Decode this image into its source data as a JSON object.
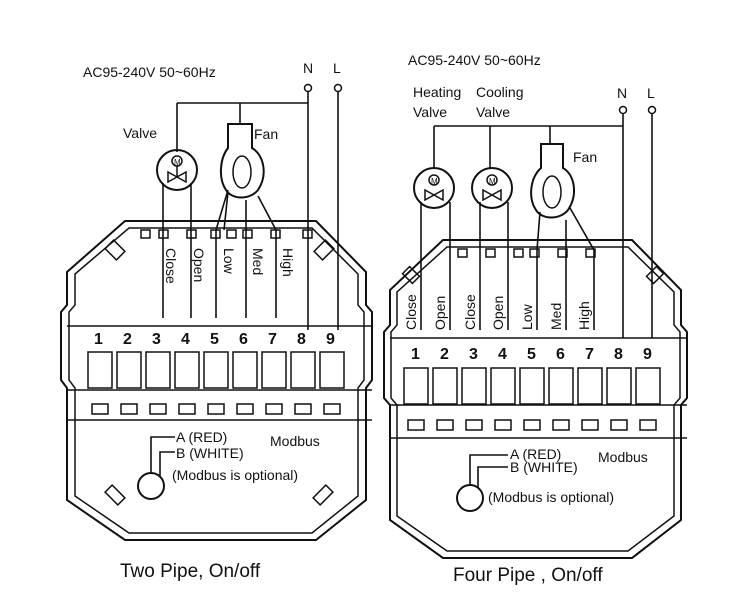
{
  "diagrams": [
    {
      "supply": "AC95-240V  50~60Hz",
      "neutral": "N",
      "line": "L",
      "valve": "Valve",
      "fan": "Fan",
      "motor": "M",
      "terminals": [
        "1",
        "2",
        "3",
        "4",
        "5",
        "6",
        "7",
        "8",
        "9"
      ],
      "wire_labels": [
        "Close",
        "Open",
        "Low",
        "Med",
        "High"
      ],
      "modbus_a": "A (RED)",
      "modbus_b": "B (WHITE)",
      "modbus": "Modbus",
      "modbus_note": "(Modbus is optional)",
      "caption": "Two Pipe, On/off"
    },
    {
      "supply": "AC95-240V  50~60Hz",
      "neutral": "N",
      "line": "L",
      "heating_valve_1": "Heating",
      "heating_valve_2": "Valve",
      "cooling_valve_1": "Cooling",
      "cooling_valve_2": "Valve",
      "fan": "Fan",
      "motor": "M",
      "terminals": [
        "1",
        "2",
        "3",
        "4",
        "5",
        "6",
        "7",
        "8",
        "9"
      ],
      "wire_labels": [
        "Close",
        "Open",
        "Close",
        "Open",
        "Low",
        "Med",
        "High"
      ],
      "modbus_a": "A (RED)",
      "modbus_b": "B (WHITE)",
      "modbus": "Modbus",
      "modbus_note": "(Modbus is optional)",
      "caption": "Four Pipe , On/off"
    }
  ]
}
